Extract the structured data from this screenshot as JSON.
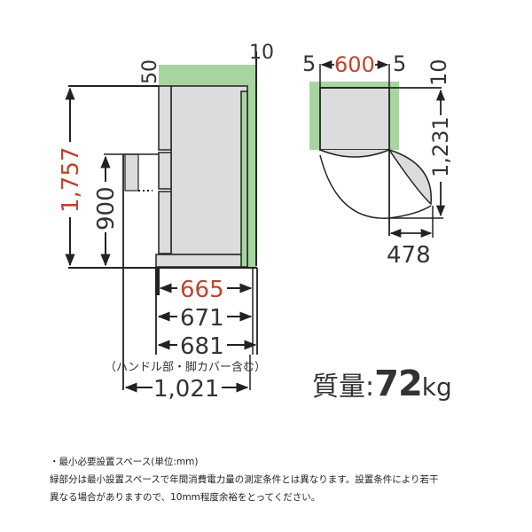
{
  "colors": {
    "clearance_green": "#a6d5a0",
    "body_gray": "#dcdcde",
    "line": "#222222",
    "highlight_red": "#c0432e",
    "text": "#333333"
  },
  "side_view": {
    "clearance_top": "50",
    "clearance_back": "10",
    "height_total": "1,757",
    "height_handle": "900",
    "depth_body": "665",
    "depth_671": "671",
    "depth_681": "681",
    "depth_note": "（ハンドル部・脚カバー含む）",
    "depth_door_open": "1,021"
  },
  "top_view": {
    "clearance_left": "5",
    "width_body": "600",
    "clearance_right": "5",
    "clearance_back": "10",
    "depth_door_open": "1,231",
    "door_swing_width": "478"
  },
  "weight": {
    "label": "質量",
    "separator": ":",
    "value": "72",
    "unit": "kg"
  },
  "notes": {
    "heading": "・最小必要設置スペース(単位:mm)",
    "line1": "緑部分は最小設置スペースで年間消費電力量の測定条件とは異なります。設置条件により若干",
    "line2": "異なる場合がありますので、10mm程度余裕をとってください。"
  }
}
